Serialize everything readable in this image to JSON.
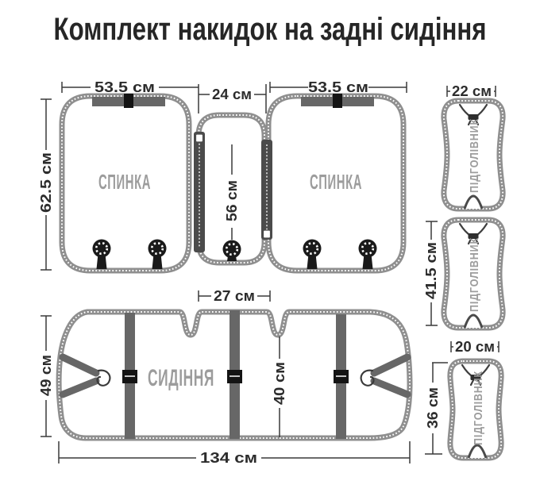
{
  "title": "Комплект накидок на задні сидіння",
  "pieces": {
    "backrest_left": {
      "label": "СПИНКА",
      "width": "53.5 см",
      "height": "62.5 см"
    },
    "center_panel": {
      "width": "24 см",
      "height": "56 см"
    },
    "backrest_right": {
      "label": "СПИНКА",
      "width": "53.5 см"
    },
    "headrest_top": {
      "label": "ПІДГОЛІВНИК",
      "width": "22 см"
    },
    "headrest_middle": {
      "label": "ПІДГОЛІВНИК",
      "height": "41.5 см"
    },
    "headrest_bottom": {
      "label": "ПІДГОЛІВНИК",
      "width": "20 см",
      "height": "36 см"
    },
    "seat": {
      "label": "СИДІННЯ",
      "width": "134 см",
      "height": "49 см",
      "hump_width": "27 см",
      "center_height": "40 см"
    }
  },
  "colors": {
    "background": "#ffffff",
    "title_text": "#262626",
    "outline_stitched": "#8f8f8f",
    "piece_label": "#9c9c9c",
    "dimension": "#2c2c2c",
    "strap": "#676767",
    "buckle": "#141414",
    "zipper": "#4b4b4b"
  }
}
